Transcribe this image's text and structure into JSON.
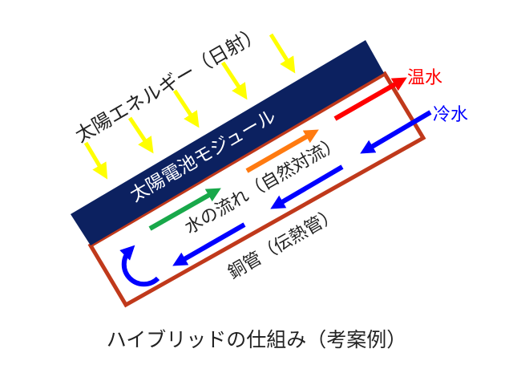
{
  "labels": {
    "solar_energy": "太陽エネルギー（日射）",
    "pv_module": "太陽電池モジュール",
    "water_flow": "水の流れ（自然対流）",
    "copper_pipe": "銅管（伝熱管）",
    "hot_water": "温水",
    "cold_water": "冷水"
  },
  "caption": "ハイブリッドの仕組み（考案例）",
  "colors": {
    "module": "#0c2160",
    "pipe": "#c0391b",
    "sun": "#ffff00",
    "hot": "#ff0000",
    "cold": "#0000ff",
    "warm": "#ff7a10",
    "start": "#18a84a"
  }
}
